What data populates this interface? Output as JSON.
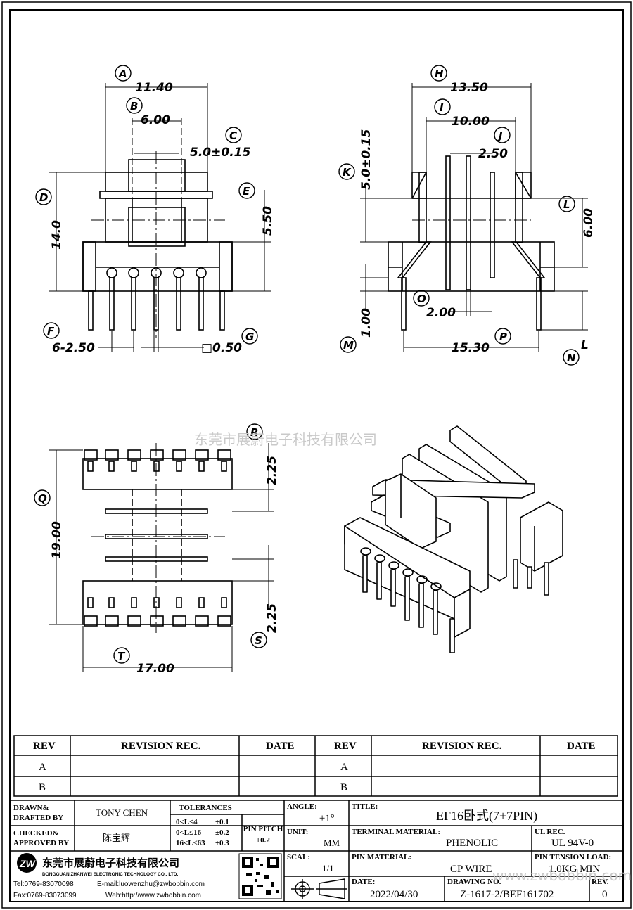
{
  "watermark_cn": "东莞市展蔚电子科技有限公司",
  "watermark_url": "www.zwbobbin.com",
  "views": {
    "front": {
      "labels": {
        "A": "A",
        "B": "B",
        "C": "C",
        "D": "D",
        "E": "E",
        "F": "F",
        "G": "G"
      },
      "dims": {
        "A": "11.40",
        "B": "6.00",
        "C": "5.0±0.15",
        "D": "14.0",
        "E": "5.50",
        "F": "6-2.50",
        "G": "□0.50"
      }
    },
    "side": {
      "labels": {
        "H": "H",
        "I": "I",
        "J": "J",
        "K": "K",
        "L": "L",
        "M": "M",
        "N": "N",
        "O": "O",
        "P": "P"
      },
      "dims": {
        "H": "13.50",
        "I": "10.00",
        "J": "2.50",
        "K": "5.0±0.15",
        "L": "6.00",
        "M": "1.00",
        "O": "2.00",
        "P": "15.30",
        "N": "L"
      }
    },
    "top": {
      "labels": {
        "Q": "Q",
        "R": "R",
        "S": "S",
        "T": "T"
      },
      "dims": {
        "Q": "19.00",
        "R": "2.25",
        "S": "2.25",
        "T": "17.00"
      }
    }
  },
  "revision_table": {
    "headers": [
      "REV",
      "REVISION REC.",
      "DATE",
      "REV",
      "REVISION REC.",
      "DATE"
    ],
    "rows": [
      [
        "A",
        "",
        "",
        "A",
        "",
        ""
      ],
      [
        "B",
        "",
        "",
        "B",
        "",
        ""
      ]
    ]
  },
  "title_block": {
    "drawn_label": "DRAWN&\nDRAFTED BY",
    "drawn_l1": "DRAWN&",
    "drawn_l2": "DRAFTED BY",
    "drawn_value": "TONY CHEN",
    "checked_l1": "CHECKED&",
    "checked_l2": "APPROVED BY",
    "checked_value": "陈宝辉",
    "tolerances_label": "TOLERANCES",
    "tol_rows": [
      {
        "range": "0<L≤4",
        "val": "±0.1"
      },
      {
        "range": "0<L≤16",
        "val": "±0.2"
      },
      {
        "range": "16<L≤63",
        "val": "±0.3"
      }
    ],
    "pin_pitch_label": "PIN PITCH",
    "pin_pitch_value": "±0.2",
    "angle_label": "ANGLE:",
    "angle_value": "±1°",
    "unit_label": "UNIT:",
    "unit_value": "MM",
    "scale_label": "SCAL:",
    "scale_value": "1/1",
    "title_label": "TITLE:",
    "title_value": "EF16卧式(7+7PIN)",
    "terminal_material_label": "TERMINAL MATERIAL:",
    "terminal_material_value": "PHENOLIC",
    "ul_rec_label": "UL REC.",
    "ul_rec_value": "UL 94V-0",
    "pin_material_label": "PIN MATERIAL:",
    "pin_material_value": "CP WIRE",
    "pin_tension_label": "PIN TENSION LOAD:",
    "pin_tension_value": "1.0KG MIN",
    "date_label": "DATE:",
    "date_value": "2022/04/30",
    "drawing_no_label": "DRAWING NO.",
    "drawing_no_value": "Z-1617-2/BEF161702",
    "rev_label": "REV.",
    "rev_value": "0",
    "company_cn": "东莞市展蔚电子科技有限公司",
    "company_en": "DONGGUAN ZHANWEI ELECTRONIC TECHNOLOGY CO., LTD.",
    "tel": "Tel:0769-83070098",
    "email": "E-mail:luowenzhu@zwbobbin.com",
    "fax": "Fax:0769-83073099",
    "web": "Web:http://www.zwbobbin.com"
  }
}
